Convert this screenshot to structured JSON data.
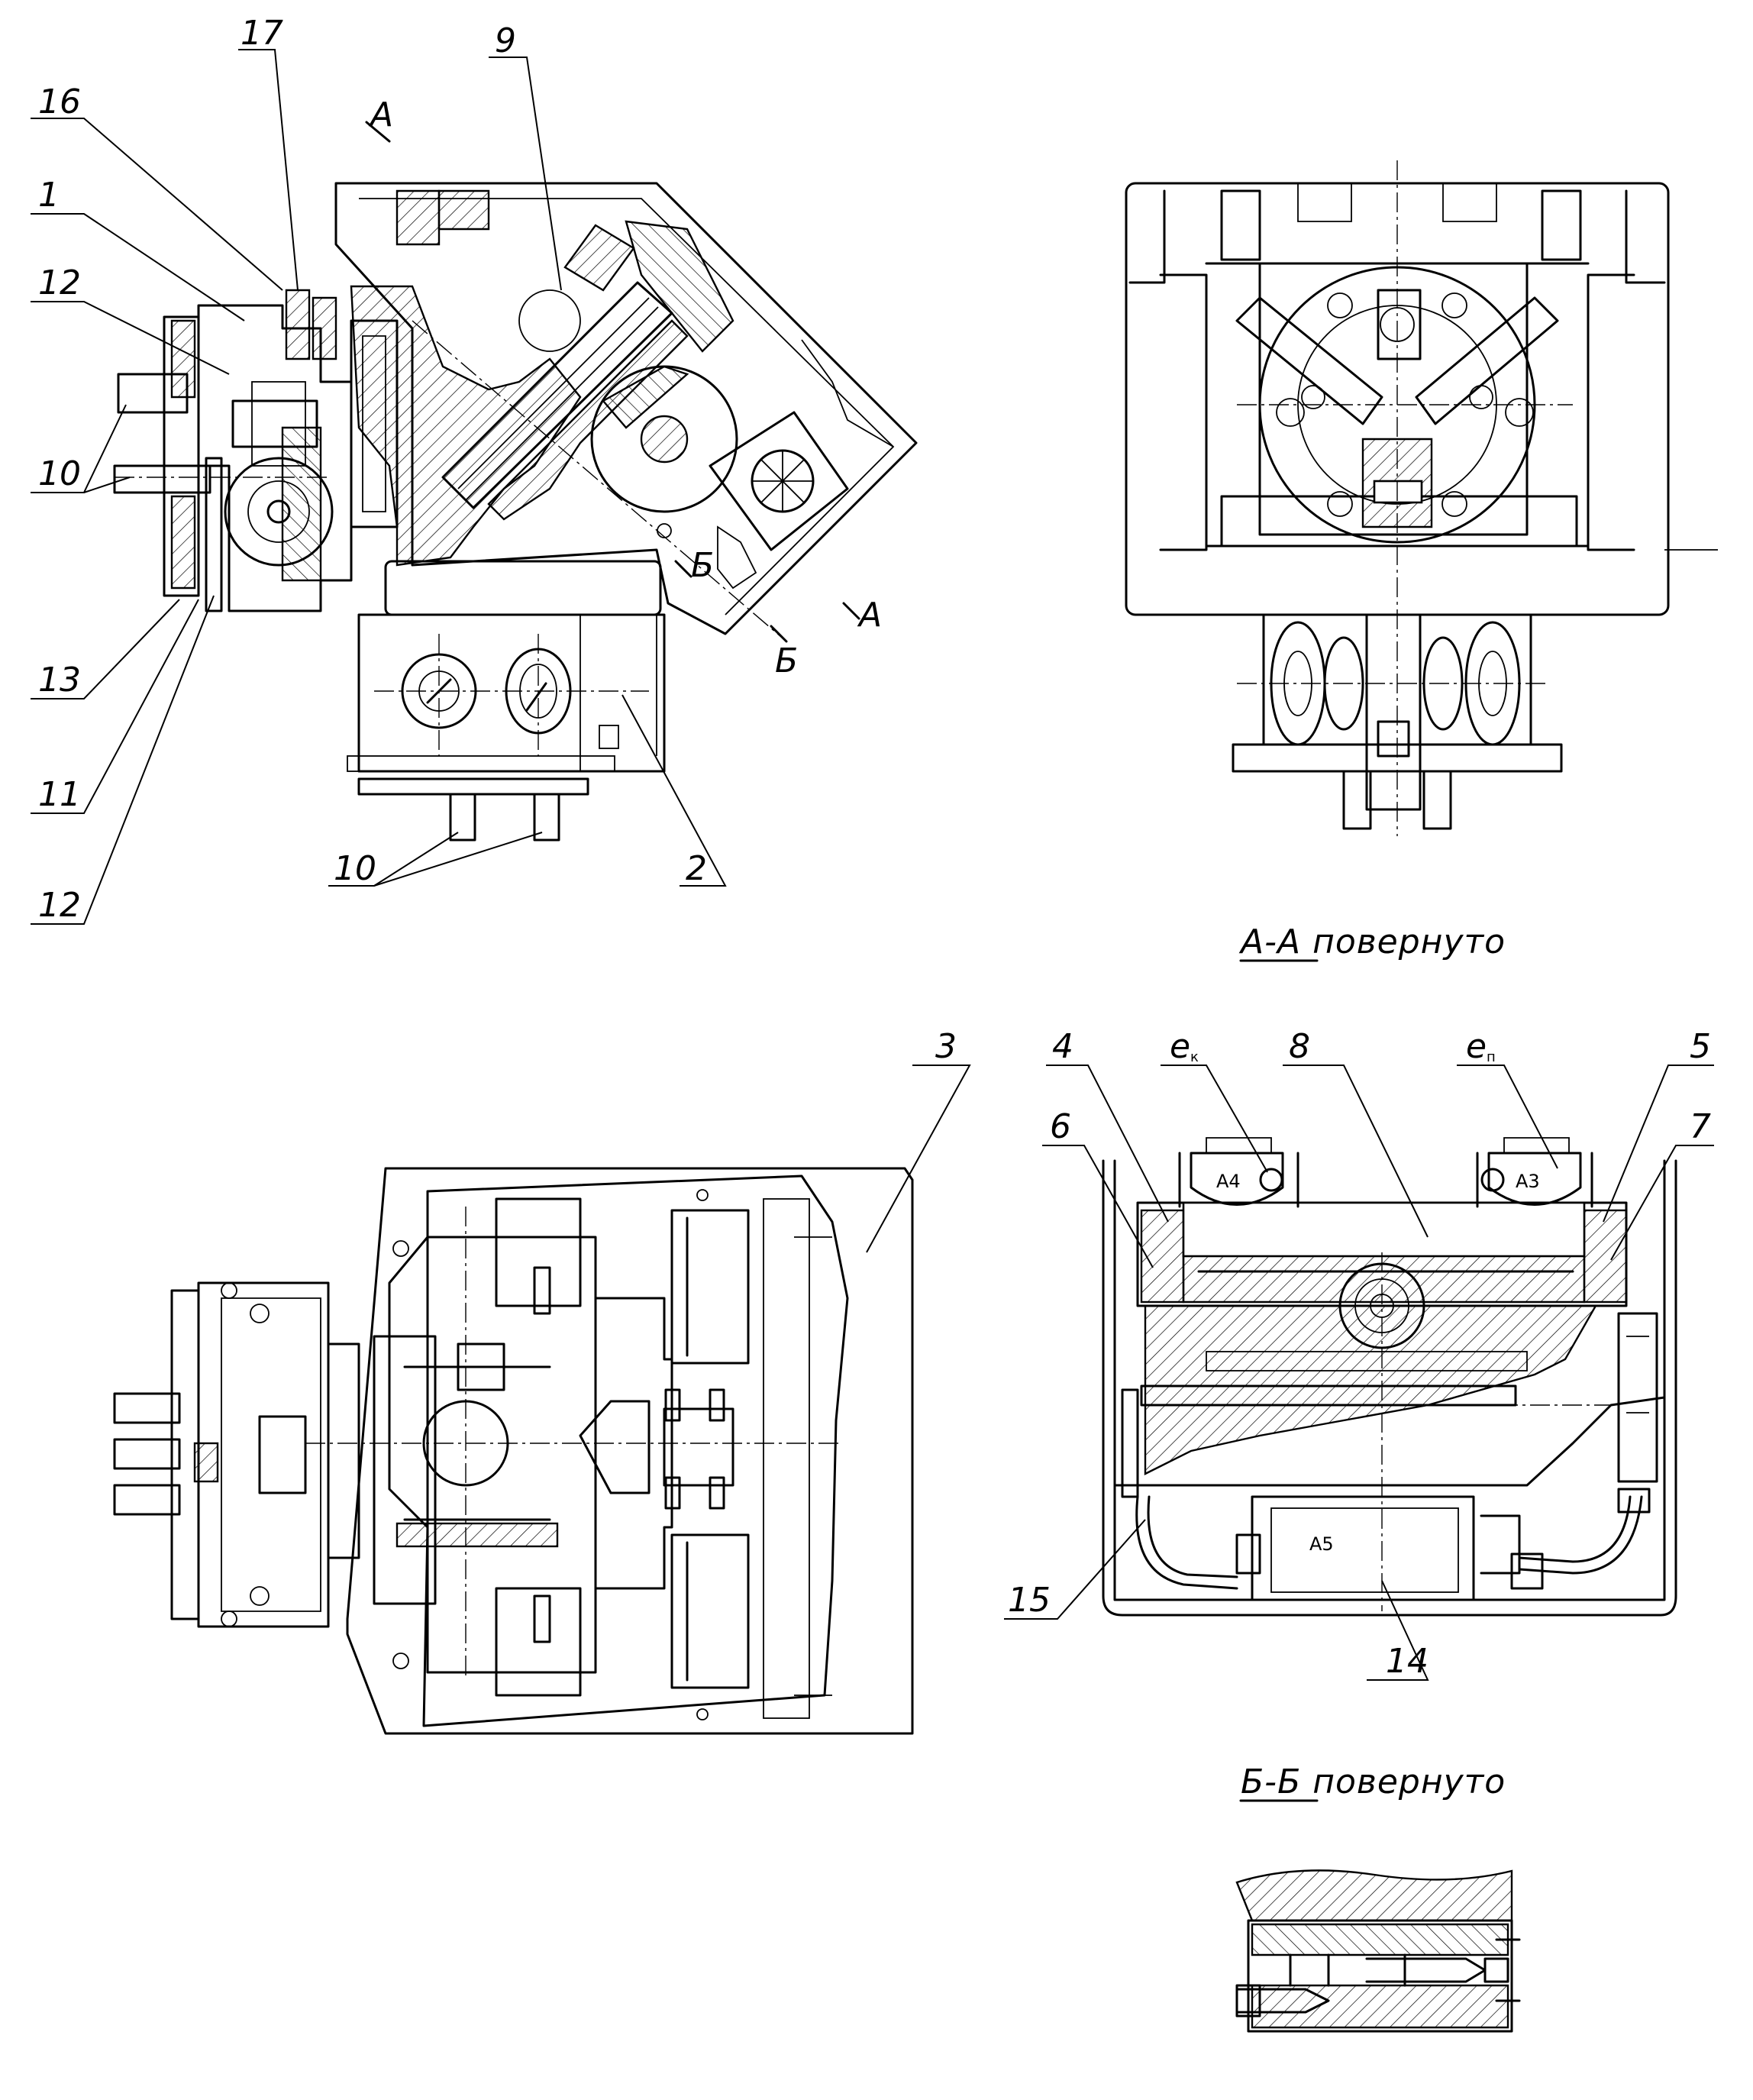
{
  "drawing": {
    "callouts_main": [
      "17",
      "16",
      "1",
      "12",
      "10",
      "13",
      "11",
      "12",
      "9",
      "10",
      "2"
    ],
    "callouts_plan": [
      "3"
    ],
    "callouts_section": [
      "4",
      "8",
      "5",
      "6",
      "7",
      "15",
      "14"
    ],
    "sensor_label_left": "e",
    "sensor_label_left_sub": "к",
    "sensor_label_right": "e",
    "sensor_label_right_sub": "п",
    "block_labels": [
      "А4",
      "А3",
      "А5"
    ],
    "section_marks": [
      "А",
      "А",
      "Б",
      "Б"
    ],
    "view_title_aa": "А-А повернуто",
    "view_title_bb": "Б-Б повернуто"
  }
}
